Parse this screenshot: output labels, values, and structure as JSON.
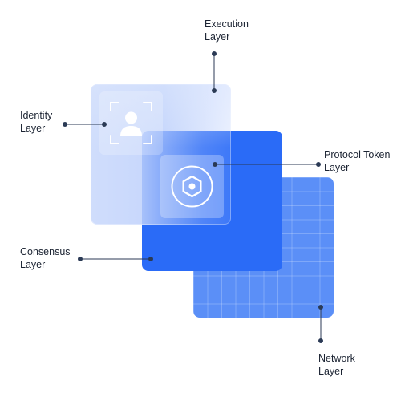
{
  "labels": {
    "execution": "Execution\nLayer",
    "identity": "Identity\nLayer",
    "protocol": "Protocol Token\nLayer",
    "consensus": "Consensus\nLayer",
    "network": "Network\nLayer"
  },
  "icons": {
    "identity": "user-icon",
    "protocol": "token-icon"
  },
  "colors": {
    "network": "#5b8ff7",
    "consensus": "#2a6bf7",
    "execution": "#c6d6fc",
    "connector": "#2b3a55",
    "text": "#1c2433"
  }
}
